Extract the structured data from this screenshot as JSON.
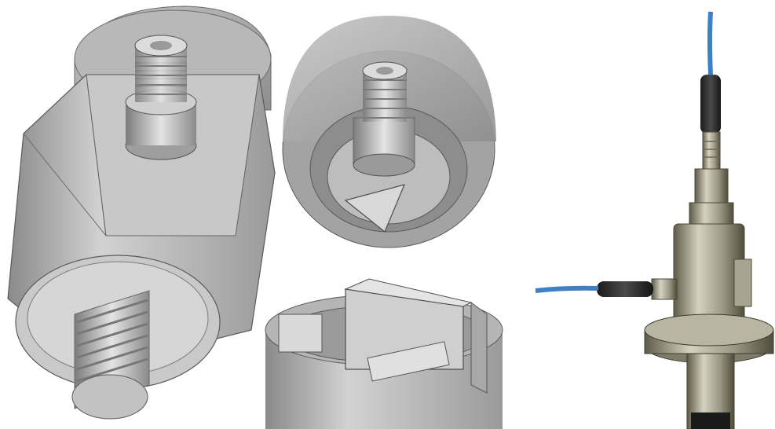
{
  "figure": {
    "panels": [
      {
        "name": "sensor-isometric-cad"
      },
      {
        "name": "sensor-rear-cad"
      },
      {
        "name": "sensor-cutaway-cad"
      },
      {
        "name": "sensor-installed-photo"
      }
    ]
  },
  "colors": {
    "cad_light": "#cfcfcf",
    "cad_mid": "#a9a9a9",
    "cad_dark": "#7a7a7a",
    "cad_edge": "#5a5a5a",
    "steel_light": "#c9c8b8",
    "steel_mid": "#8f8d7a",
    "steel_dark": "#55533f",
    "cable_blue": "#3f7fc4",
    "cable_dark": "#1f2d3a"
  }
}
